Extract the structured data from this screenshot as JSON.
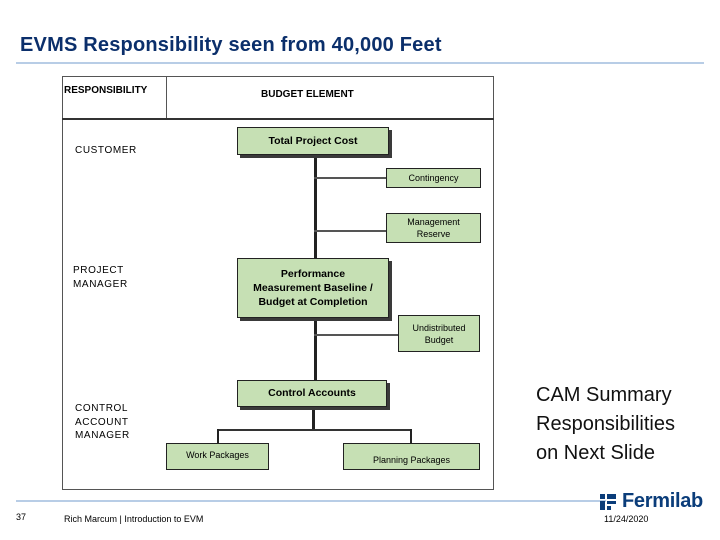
{
  "slide": {
    "title": "EVMS Responsibility seen from 40,000 Feet",
    "page_number": "37",
    "presenter": "Rich Marcum | Introduction to EVM",
    "date": "11/24/2020",
    "logo_text": "Fermilab"
  },
  "table": {
    "responsibility_header": "RESPONSIBILITY",
    "budget_element_header": "BUDGET ELEMENT"
  },
  "roles": {
    "customer": "CUSTOMER",
    "project_manager_line1": "PROJECT",
    "project_manager_line2": "MANAGER",
    "control_account_manager_line1": "CONTROL",
    "control_account_manager_line2": "ACCOUNT",
    "control_account_manager_line3": "MANAGER"
  },
  "boxes": {
    "total_project_cost": "Total Project Cost",
    "contingency": "Contingency",
    "management_reserve_line1": "Management",
    "management_reserve_line2": "Reserve",
    "pmb_line1": "Performance",
    "pmb_line2": "Measurement Baseline /",
    "pmb_line3": "Budget at Completion",
    "undistributed_budget_line1": "Undistributed",
    "undistributed_budget_line2": "Budget",
    "control_accounts": "Control Accounts",
    "work_packages": "Work Packages",
    "planning_packages": "Planning Packages"
  },
  "note": {
    "line1": "CAM Summary",
    "line2": "Responsibilities",
    "line3": "on Next Slide"
  },
  "colors": {
    "title": "#0b2f6b",
    "box_fill": "#c6e0b4",
    "rule": "#b8cde6",
    "logo": "#0b3d7a"
  }
}
